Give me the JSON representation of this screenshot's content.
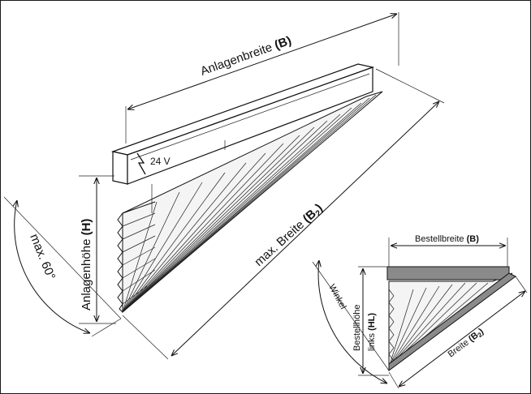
{
  "main": {
    "width_label": "Anlagenbreite",
    "width_symbol": "(B)",
    "height_label": "Anlagenhöhe",
    "height_symbol": "(H)",
    "voltage": "24 V",
    "max_width_label": "max. Breite",
    "max_width_symbol": "(B",
    "max_width_sub": "2",
    "max_width_close": ")",
    "angle_label": "max. 60°"
  },
  "inset": {
    "order_width_label": "Bestellbreite",
    "order_width_symbol": "(B)",
    "order_height_line1": "Bestellhöhe",
    "order_height_line2": "links",
    "order_height_symbol": "(HL)",
    "angle_label": "Winkel",
    "width_label": "Breite",
    "width_symbol": "(B",
    "width_sub": "2",
    "width_close": ")"
  },
  "icons": {
    "lightning": "lightning-bolt-icon"
  }
}
